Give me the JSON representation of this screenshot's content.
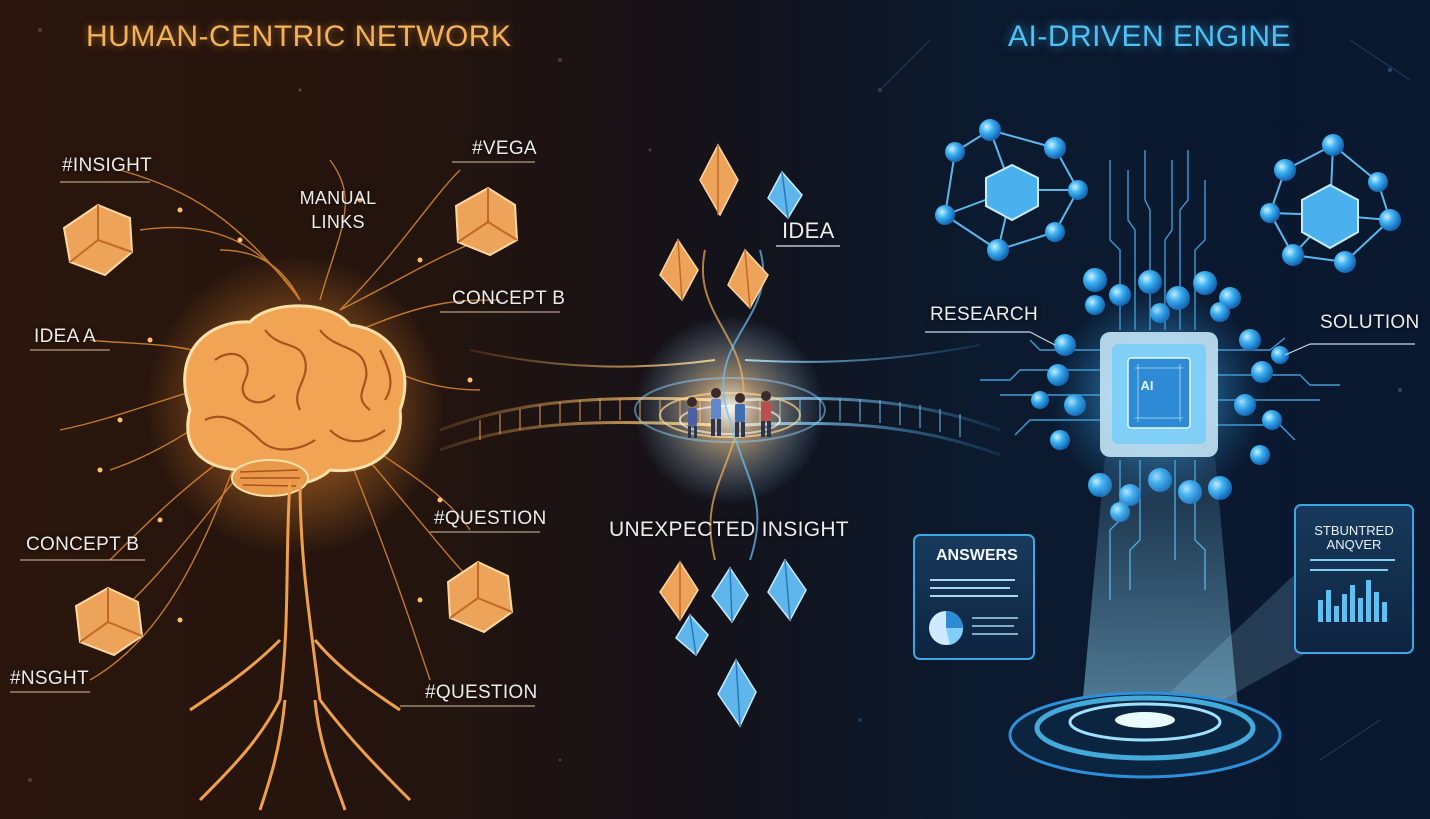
{
  "left_panel": {
    "title": "HUMAN-CENTRIC NETWORK",
    "labels": {
      "insight": "#INSIGHT",
      "vega": "#VEGA",
      "manual_links": "MANUAL\nLINKS",
      "concept_b_top": "CONCEPT B",
      "idea_a": "IDEA A",
      "concept_b_bottom": "CONCEPT B",
      "question_top": "#QUESTION",
      "nsight": "#NSGHT",
      "question_bottom": "#QUESTION"
    }
  },
  "center": {
    "idea_label": "IDEA",
    "bridge_label": "UNEXPECTED INSIGHT"
  },
  "right_panel": {
    "title": "AI-DRIVEN ENGINE",
    "labels": {
      "research": "RESEARCH",
      "solution": "SOLUTION",
      "chip": "AI"
    },
    "cards": {
      "answers_title": "ANSWERS",
      "structured_title": "STBUNTRED\nANQVER"
    }
  },
  "colors": {
    "warm_accent": "#f2b35a",
    "cool_accent": "#4fc2f4",
    "orange_crystal": "#eea35a",
    "blue_crystal": "#5fb6ec"
  }
}
